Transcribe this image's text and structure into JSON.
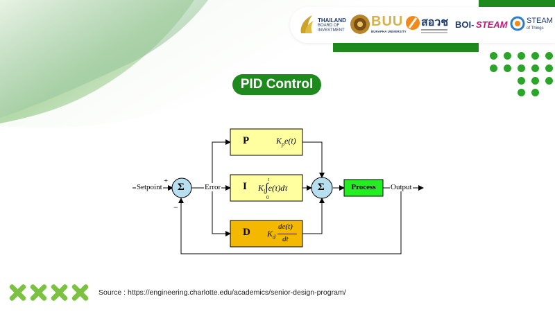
{
  "slide": {
    "title": "PID Control",
    "source": "Source : https://engineering.charlotte.edu/academics/senior-design-program/"
  },
  "logos": {
    "boi_line1": "THAILAND",
    "boi_line2": "BOARD OF",
    "boi_line3": "INVESTMENT",
    "buu_main": "BUU",
    "buu_sub": "BURAPHA UNIVERSITY",
    "eec": "สอวช",
    "boi_steam_left": "BOI-",
    "boi_steam_right": "STEAM",
    "steam_main": "STEAM",
    "steam_sub": "of Things"
  },
  "diagram": {
    "setpoint": "Setpoint",
    "error": "Error",
    "output": "Output",
    "plus1": "+",
    "minus1": "−",
    "sum_symbol": "Σ",
    "p_label": "P",
    "i_label": "I",
    "d_label": "D",
    "process": "Process",
    "p_formula_k": "K",
    "p_formula_sub": "p",
    "p_formula_rest": "e(t)",
    "i_formula_k": "K",
    "i_formula_sub": "i",
    "i_upper": "t",
    "i_lower": "0",
    "i_integrand": "e(τ)dτ",
    "d_formula_k": "K",
    "d_formula_sub": "d",
    "d_num": "de(t)",
    "d_den": "dt"
  },
  "colors": {
    "accent_green": "#1e8a1e",
    "dot_green": "#2aa52a",
    "x_green": "#7cc142",
    "p_block": "#ffffa0",
    "d_block": "#f5b800",
    "process_block": "#22ee22",
    "sum_circle": "#b8dff0"
  }
}
